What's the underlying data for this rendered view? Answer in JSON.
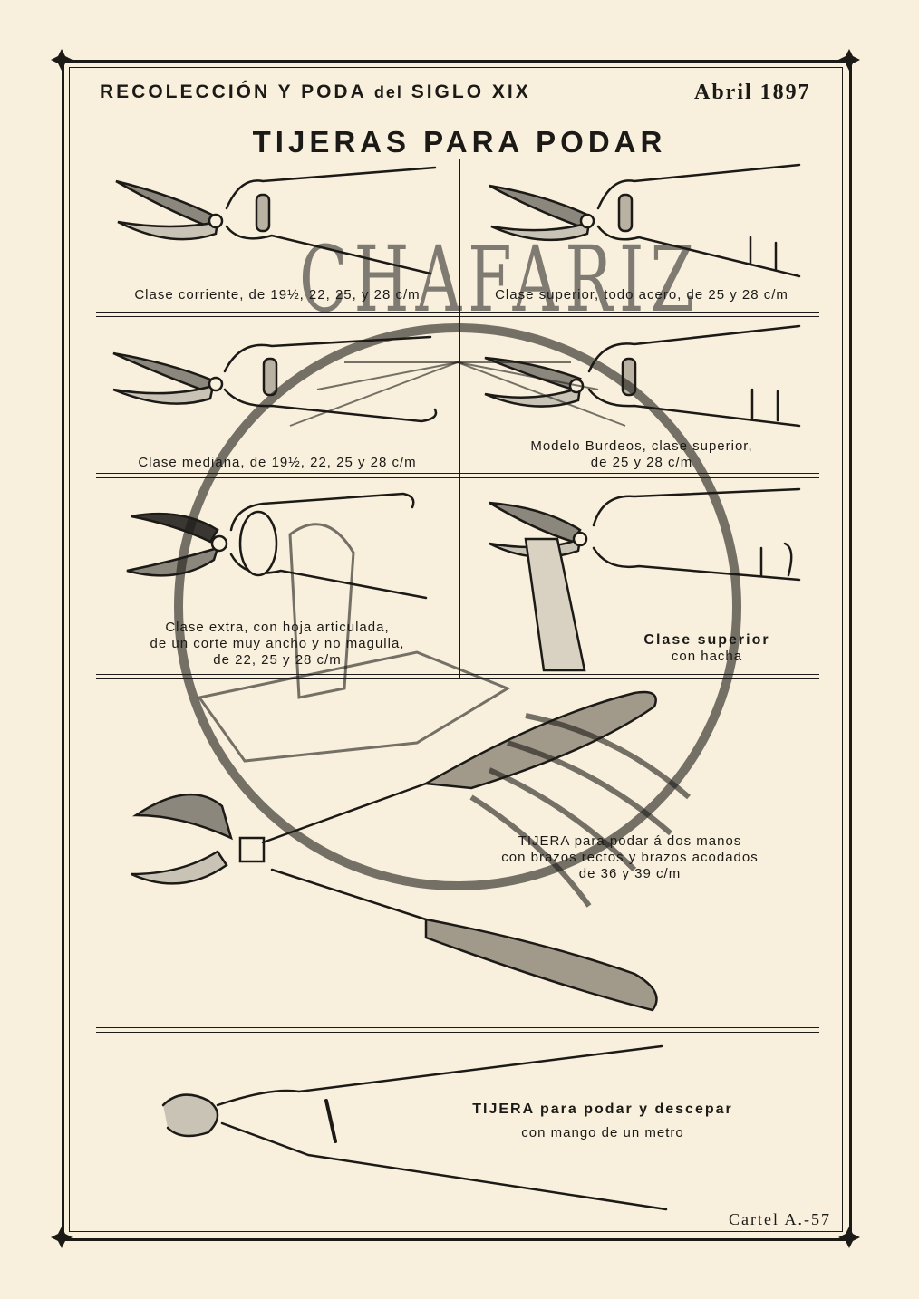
{
  "header": {
    "left_title_part1": "RECOLECCIÓN Y PODA",
    "left_title_part2": "del",
    "left_title_part3": "SIGLO XIX",
    "date": "Abril 1897"
  },
  "title": "TIJERAS PARA PODAR",
  "captions": {
    "c1": "Clase corriente, de 19½, 22, 25, y 28 c/m",
    "c2": "Clase superior, todo acero, de 25 y 28 c/m",
    "c3": "Clase mediana, de 19½, 22, 25 y 28 c/m",
    "c4_line1": "Modelo Burdeos, clase superior,",
    "c4_line2": "de 25 y 28 c/m",
    "c5_line1": "Clase extra, con hoja articulada,",
    "c5_line2": "de un corte muy ancho y no magulla,",
    "c5_line3": "de 22, 25 y 28 c/m",
    "c6_line1": "Clase superior",
    "c6_line2": "con hacha",
    "c7_line1": "TIJERA para podar á dos manos",
    "c7_line2": "con brazos rectos y brazos acodados",
    "c7_line3": "de 36 y 39 c/m",
    "c8_line1": "TIJERA para podar y descepar",
    "c8_line2": "con mango de un metro"
  },
  "watermark": "CHAFARIZ",
  "cartel": "Cartel A.-57",
  "colors": {
    "paper": "#f8f0dd",
    "ink": "#1c1a17"
  }
}
